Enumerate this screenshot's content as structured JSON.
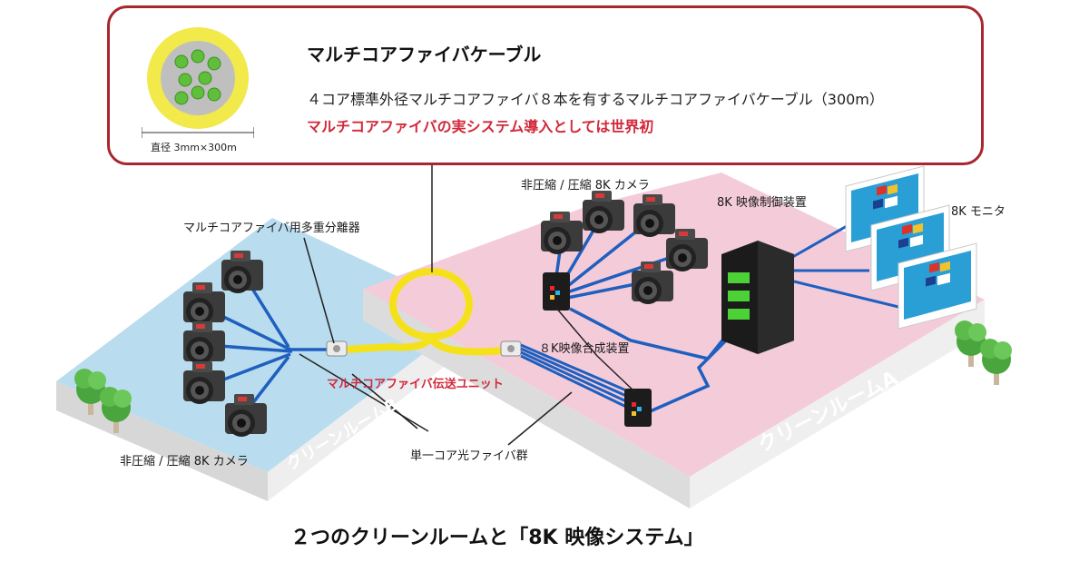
{
  "callout": {
    "title": "マルチコアファイバケーブル",
    "desc": "４コア標準外径マルチコアファイバ８本を有するマルチコアファイバケーブル（300m）",
    "highlight": "マルチコアファイバの実システム導入としては世界初",
    "cable_dim": "直径 3mm×300m"
  },
  "labels": {
    "mux": "マルチコアファイバ用多重分離器",
    "cam_a": "非圧縮 / 圧縮 8K カメラ",
    "cam_b": "非圧縮 / 圧縮 8K カメラ",
    "ctrl": "8K 映像制御装置",
    "monitor": "8K モニタ",
    "synth": "８K映像合成装置",
    "unit": "マルチコアファイバ伝送ユニット",
    "single": "単一コア光ファイバ群",
    "room_a": "クリーンルームA",
    "room_b": "クリーンルームB"
  },
  "caption": "２つのクリーンルームと「8K 映像システム」",
  "colors": {
    "accent": "#a8272f",
    "highlight_text": "#d2283a",
    "room_a": "#f4ccd9",
    "room_b": "#b9dcee",
    "fiber_yellow": "#f4e11a",
    "fiber_blue": "#1f5fbf",
    "monitor_blue": "#2a9fd6"
  },
  "icons": [
    "camera-icon",
    "server-rack-icon",
    "monitor-icon",
    "tree-icon",
    "fiber-coil-icon",
    "cable-cross-section-icon"
  ]
}
